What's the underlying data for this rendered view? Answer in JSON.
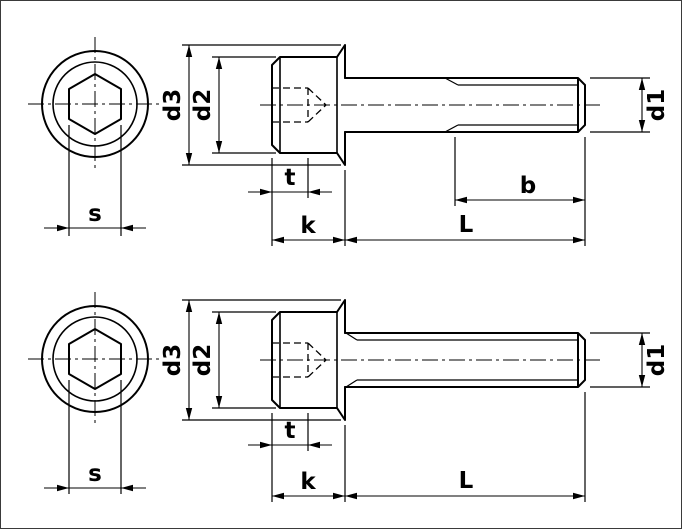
{
  "colors": {
    "line": "#000000",
    "background": "#ffffff"
  },
  "top_screw": {
    "labels": {
      "d3": "d3",
      "d2": "d2",
      "d1": "d1",
      "t": "t",
      "k": "k",
      "b": "b",
      "L": "L",
      "s": "s"
    }
  },
  "bottom_screw": {
    "labels": {
      "d3": "d3",
      "d2": "d2",
      "d1": "d1",
      "t": "t",
      "k": "k",
      "L": "L",
      "s": "s"
    }
  }
}
